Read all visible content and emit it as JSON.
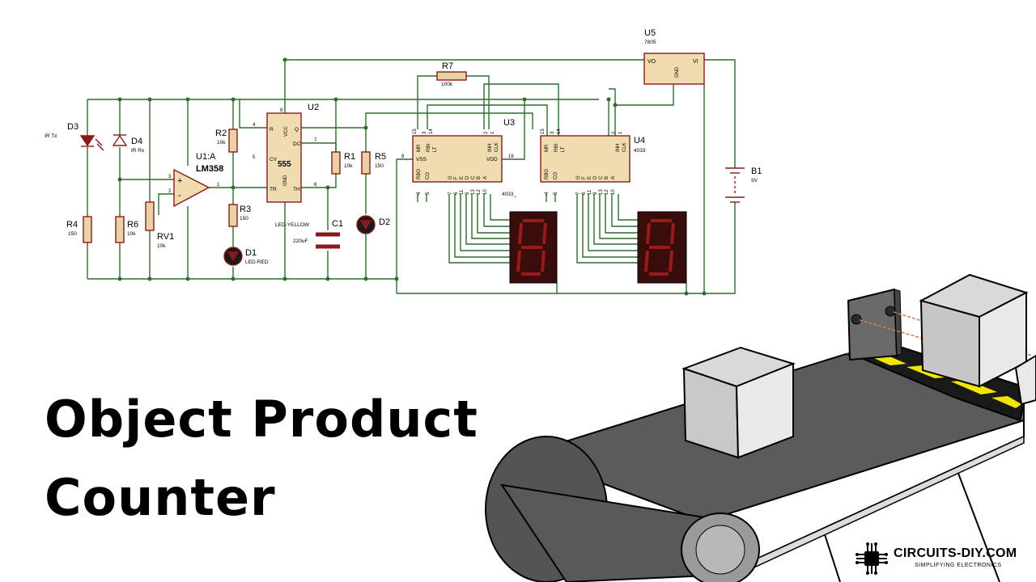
{
  "title": {
    "line1": "Object Product",
    "line2": "Counter"
  },
  "brand": {
    "name": "CIRCUITS-DIY.COM",
    "tagline": "SIMPLIFYING ELECTRONICS"
  },
  "components": {
    "d3": {
      "ref": "D3",
      "value": "IR Tx"
    },
    "d4": {
      "ref": "D4",
      "value": "IR Rx"
    },
    "u1": {
      "ref": "U1:A",
      "value": "LM358",
      "pin_plus": "+",
      "pin_minus": "-"
    },
    "r2": {
      "ref": "R2",
      "value": "10k"
    },
    "r3": {
      "ref": "R3",
      "value": "150"
    },
    "r4": {
      "ref": "R4",
      "value": "150"
    },
    "r6": {
      "ref": "R6",
      "value": "10k"
    },
    "rv1": {
      "ref": "RV1",
      "value": "10k"
    },
    "d1": {
      "ref": "D1",
      "value": "LED-RED"
    },
    "u2": {
      "ref": "U2",
      "chip": "555",
      "pins": [
        "R",
        "VCC",
        "Q",
        "DC",
        "CV",
        "TR",
        "GND",
        "TH"
      ]
    },
    "r1": {
      "ref": "R1",
      "value": "10k"
    },
    "r5": {
      "ref": "R5",
      "value": "150"
    },
    "d2": {
      "ref": "D2",
      "value": "LED-YELLOW"
    },
    "c1": {
      "ref": "C1",
      "value": "220uF"
    },
    "r7": {
      "ref": "R7",
      "value": "100k"
    },
    "u3": {
      "ref": "U3",
      "value": "4033_"
    },
    "u4": {
      "ref": "U4",
      "value": "4033"
    },
    "u5": {
      "ref": "U5",
      "value": "7805",
      "pins": [
        "VO",
        "VI",
        "GND"
      ]
    },
    "b1": {
      "ref": "B1",
      "value": "9V"
    }
  },
  "counter_pins": {
    "top_numbers": [
      "15",
      "3",
      "14",
      "2",
      "1"
    ],
    "top_labels": [
      "MR",
      "RBI",
      "LT",
      "INH",
      "CLK"
    ],
    "bottom_labels": [
      "RBO",
      "CO",
      "G",
      "F",
      "E",
      "D",
      "C",
      "B",
      "A"
    ],
    "bottom_numbers": [
      "4",
      "5",
      "7",
      "6",
      "11",
      "9",
      "13",
      "12",
      "10"
    ],
    "u3_side": [
      "VSS",
      "VDD",
      "8",
      "16"
    ]
  },
  "pin_numbers": [
    "1",
    "2",
    "3",
    "4",
    "5",
    "6",
    "7",
    "8"
  ],
  "colors": {
    "wire": "#2f6b2f",
    "display_body": "#3a0d0d",
    "segment": "#8a1515",
    "belt": "#5a5a5a",
    "box_top": "#d9d9d9",
    "stripe_yellow": "#f2e600"
  }
}
